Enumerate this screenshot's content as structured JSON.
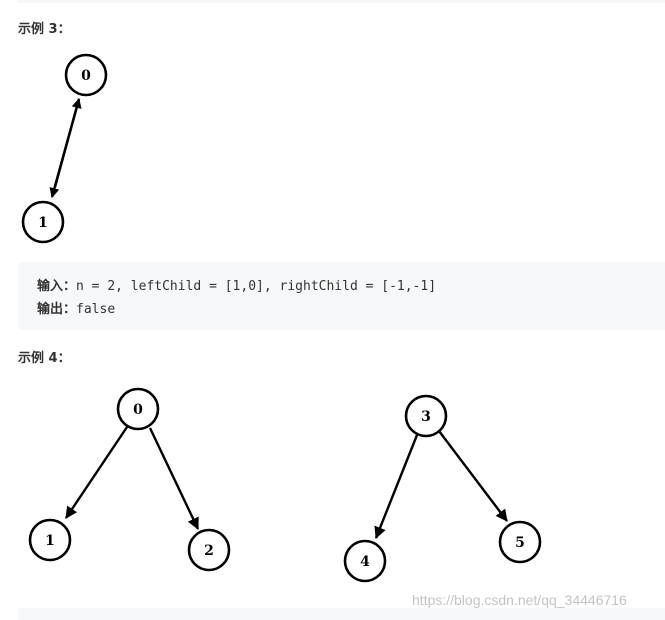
{
  "example3": {
    "heading": "示例 3：",
    "nodes": [
      "0",
      "1"
    ],
    "input_label": "输入：",
    "input_value": "n = 2, leftChild = [1,0], rightChild = [-1,-1]",
    "output_label": "输出：",
    "output_value": "false"
  },
  "example4": {
    "heading": "示例 4：",
    "nodes": [
      "0",
      "1",
      "2",
      "3",
      "4",
      "5"
    ]
  },
  "watermark": "https://blog.csdn.net/qq_34446716"
}
